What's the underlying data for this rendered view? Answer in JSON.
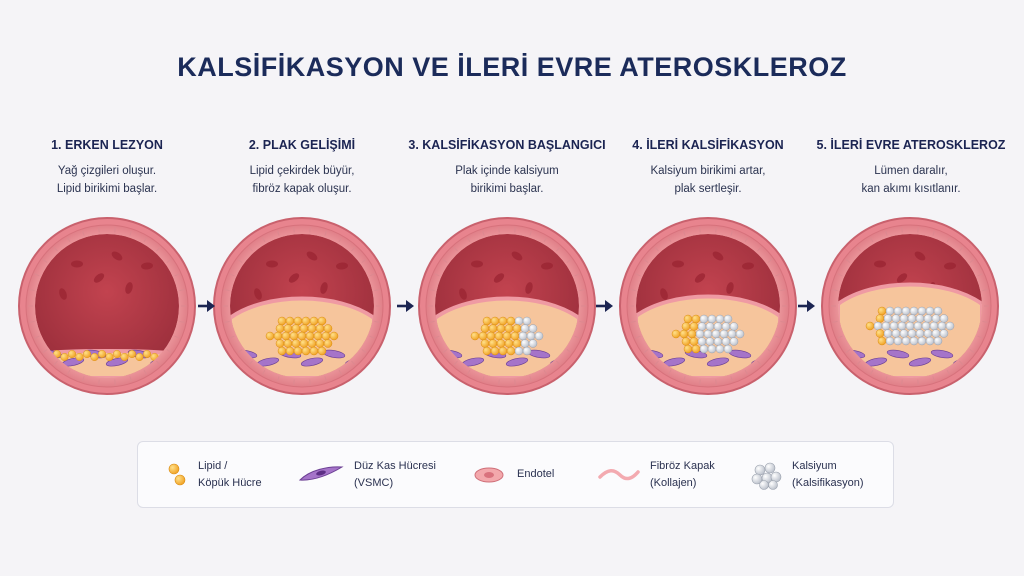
{
  "title": "KALSİFİKASYON VE İLERİ EVRE ATEROSKLEROZ",
  "stages": [
    {
      "title": "1. ERKEN LEZYON",
      "desc": [
        "Yağ çizgileri oluşur.",
        "Lipid birikimi başlar."
      ]
    },
    {
      "title": "2. PLAK GELİŞİMİ",
      "desc": [
        "Lipid çekirdek büyür,",
        "fibröz kapak oluşur."
      ]
    },
    {
      "title": "3. KALSİFİKASYON BAŞLANGICI",
      "desc": [
        "Plak içinde kalsiyum",
        "birikimi başlar."
      ]
    },
    {
      "title": "4. İLERİ KALSİFİKASYON",
      "desc": [
        "Kalsiyum birikimi artar,",
        "plak sertleşir."
      ]
    },
    {
      "title": "5. İLERİ EVRE ATEROSKLEROZ",
      "desc": [
        "Lümen daralır,",
        "kan akımı kısıtlanır."
      ]
    }
  ],
  "legend": [
    {
      "icon": "lipid-droplets-icon",
      "label": [
        "Lipid /",
        "Köpük Hücre"
      ]
    },
    {
      "icon": "smooth-muscle-cell-icon",
      "label": [
        "Düz Kas Hücresi",
        "(VSMC)"
      ]
    },
    {
      "icon": "endothelial-cell-icon",
      "label": [
        "Endotel"
      ]
    },
    {
      "icon": "fibrous-cap-icon",
      "label": [
        "Fibröz Kapak",
        "(Kollajen)"
      ]
    },
    {
      "icon": "calcium-cluster-icon",
      "label": [
        "Kalsiyum",
        "(Kalsifikasyon)"
      ]
    }
  ],
  "colors": {
    "title": "#1b2b5a",
    "artery_wall": "#e88e96",
    "lumen": "#b33a48",
    "lipid": "#f7b733",
    "calcium": "#eef1f5",
    "vsmc": "#9b6bc0",
    "arrow": "#1b2452"
  }
}
